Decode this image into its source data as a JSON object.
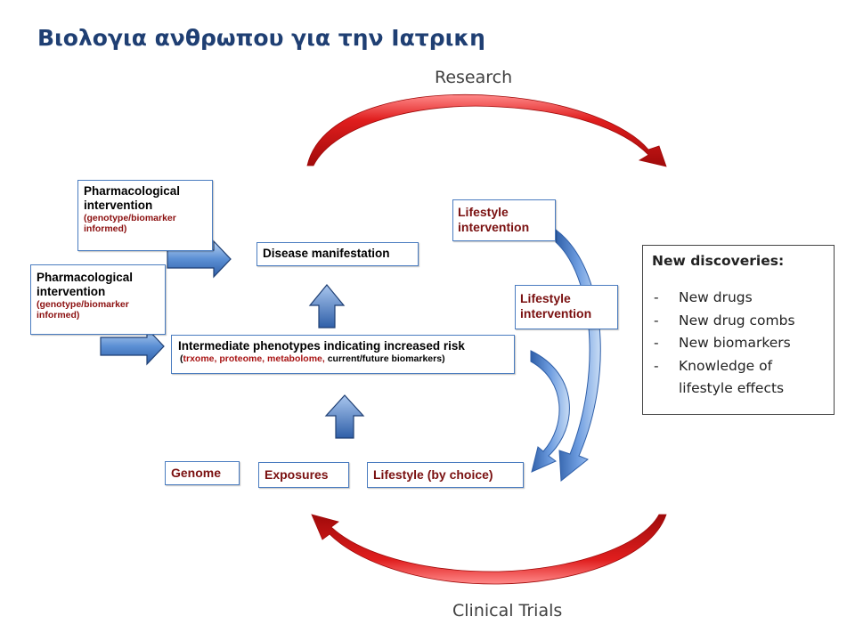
{
  "title": "Βιολογια ανθρωπου για την Ιατρικη",
  "research_label": "Research",
  "clinical_label": "Clinical Trials",
  "pharm_box_1": {
    "main": "Pharmacological intervention",
    "sub": "(genotype/biomarker informed)"
  },
  "pharm_box_2": {
    "main": "Pharmacological intervention",
    "sub": "(genotype/biomarker informed)"
  },
  "disease_label": "Disease manifestation",
  "intermediate": {
    "main": "Intermediate phenotypes indicating increased risk",
    "sub_open": "(",
    "sub_red": "trxome, proteome, metabolome, ",
    "sub_black": "current/future biomarkers)"
  },
  "lifestyle_box_1": "Lifestyle intervention",
  "lifestyle_box_2": "Lifestyle intervention",
  "genome_label": "Genome",
  "exposures_label": "Exposures",
  "lifestyle_choice_label": "Lifestyle (by choice)",
  "discoveries": {
    "heading": "New discoveries:",
    "dash": "-",
    "items": [
      "New drugs",
      "New drug combs",
      "New biomarkers",
      "Knowledge of lifestyle effects"
    ]
  },
  "colors": {
    "title": "#1f3f73",
    "red_arrow": "#d01818",
    "blue_arrow": "#4a7cc0",
    "box_border": "#4a7cc0",
    "dark_red_text": "#7a1010"
  }
}
